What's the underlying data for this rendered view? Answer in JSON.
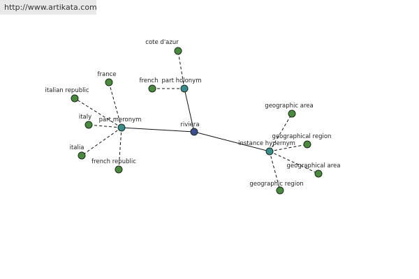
{
  "watermark": {
    "text": "http://www.artikata.com"
  },
  "colors": {
    "central": "#3d4b8f",
    "relation": "#3a8c8c",
    "leaf": "#4b8a3e",
    "edge": "#111111"
  },
  "graph": {
    "nodes": [
      {
        "id": "riviera",
        "label": "riviera",
        "kind": "central"
      },
      {
        "id": "part_meronym",
        "label": "part meronym",
        "kind": "relation"
      },
      {
        "id": "part_holonym",
        "label": "part holonym",
        "kind": "relation"
      },
      {
        "id": "instance_hypernym",
        "label": "instance hypernym",
        "kind": "relation"
      },
      {
        "id": "cote_dazur",
        "label": "cote d'azur",
        "kind": "leaf"
      },
      {
        "id": "french",
        "label": "french",
        "kind": "leaf"
      },
      {
        "id": "france",
        "label": "france",
        "kind": "leaf"
      },
      {
        "id": "italian_republic",
        "label": "italian republic",
        "kind": "leaf"
      },
      {
        "id": "italy",
        "label": "italy",
        "kind": "leaf"
      },
      {
        "id": "italia",
        "label": "italia",
        "kind": "leaf"
      },
      {
        "id": "french_republic",
        "label": "french republic",
        "kind": "leaf"
      },
      {
        "id": "geographic_area",
        "label": "geographic area",
        "kind": "leaf"
      },
      {
        "id": "geographical_region",
        "label": "geographical region",
        "kind": "leaf"
      },
      {
        "id": "geographical_area",
        "label": "geographical area",
        "kind": "leaf"
      },
      {
        "id": "geographic_region",
        "label": "geographic region",
        "kind": "leaf"
      }
    ],
    "edges": [
      {
        "from": "riviera",
        "to": "part_meronym",
        "style": "solid"
      },
      {
        "from": "riviera",
        "to": "part_holonym",
        "style": "solid"
      },
      {
        "from": "riviera",
        "to": "instance_hypernym",
        "style": "solid"
      },
      {
        "from": "part_holonym",
        "to": "cote_dazur",
        "style": "dashed"
      },
      {
        "from": "part_holonym",
        "to": "french",
        "style": "dashed"
      },
      {
        "from": "part_meronym",
        "to": "france",
        "style": "dashed"
      },
      {
        "from": "part_meronym",
        "to": "italian_republic",
        "style": "dashed"
      },
      {
        "from": "part_meronym",
        "to": "italy",
        "style": "dashed"
      },
      {
        "from": "part_meronym",
        "to": "italia",
        "style": "dashed"
      },
      {
        "from": "part_meronym",
        "to": "french_republic",
        "style": "dashed"
      },
      {
        "from": "instance_hypernym",
        "to": "geographic_area",
        "style": "dashed"
      },
      {
        "from": "instance_hypernym",
        "to": "geographical_region",
        "style": "dashed"
      },
      {
        "from": "instance_hypernym",
        "to": "geographical_area",
        "style": "dashed"
      },
      {
        "from": "instance_hypernym",
        "to": "geographic_region",
        "style": "dashed"
      }
    ]
  }
}
